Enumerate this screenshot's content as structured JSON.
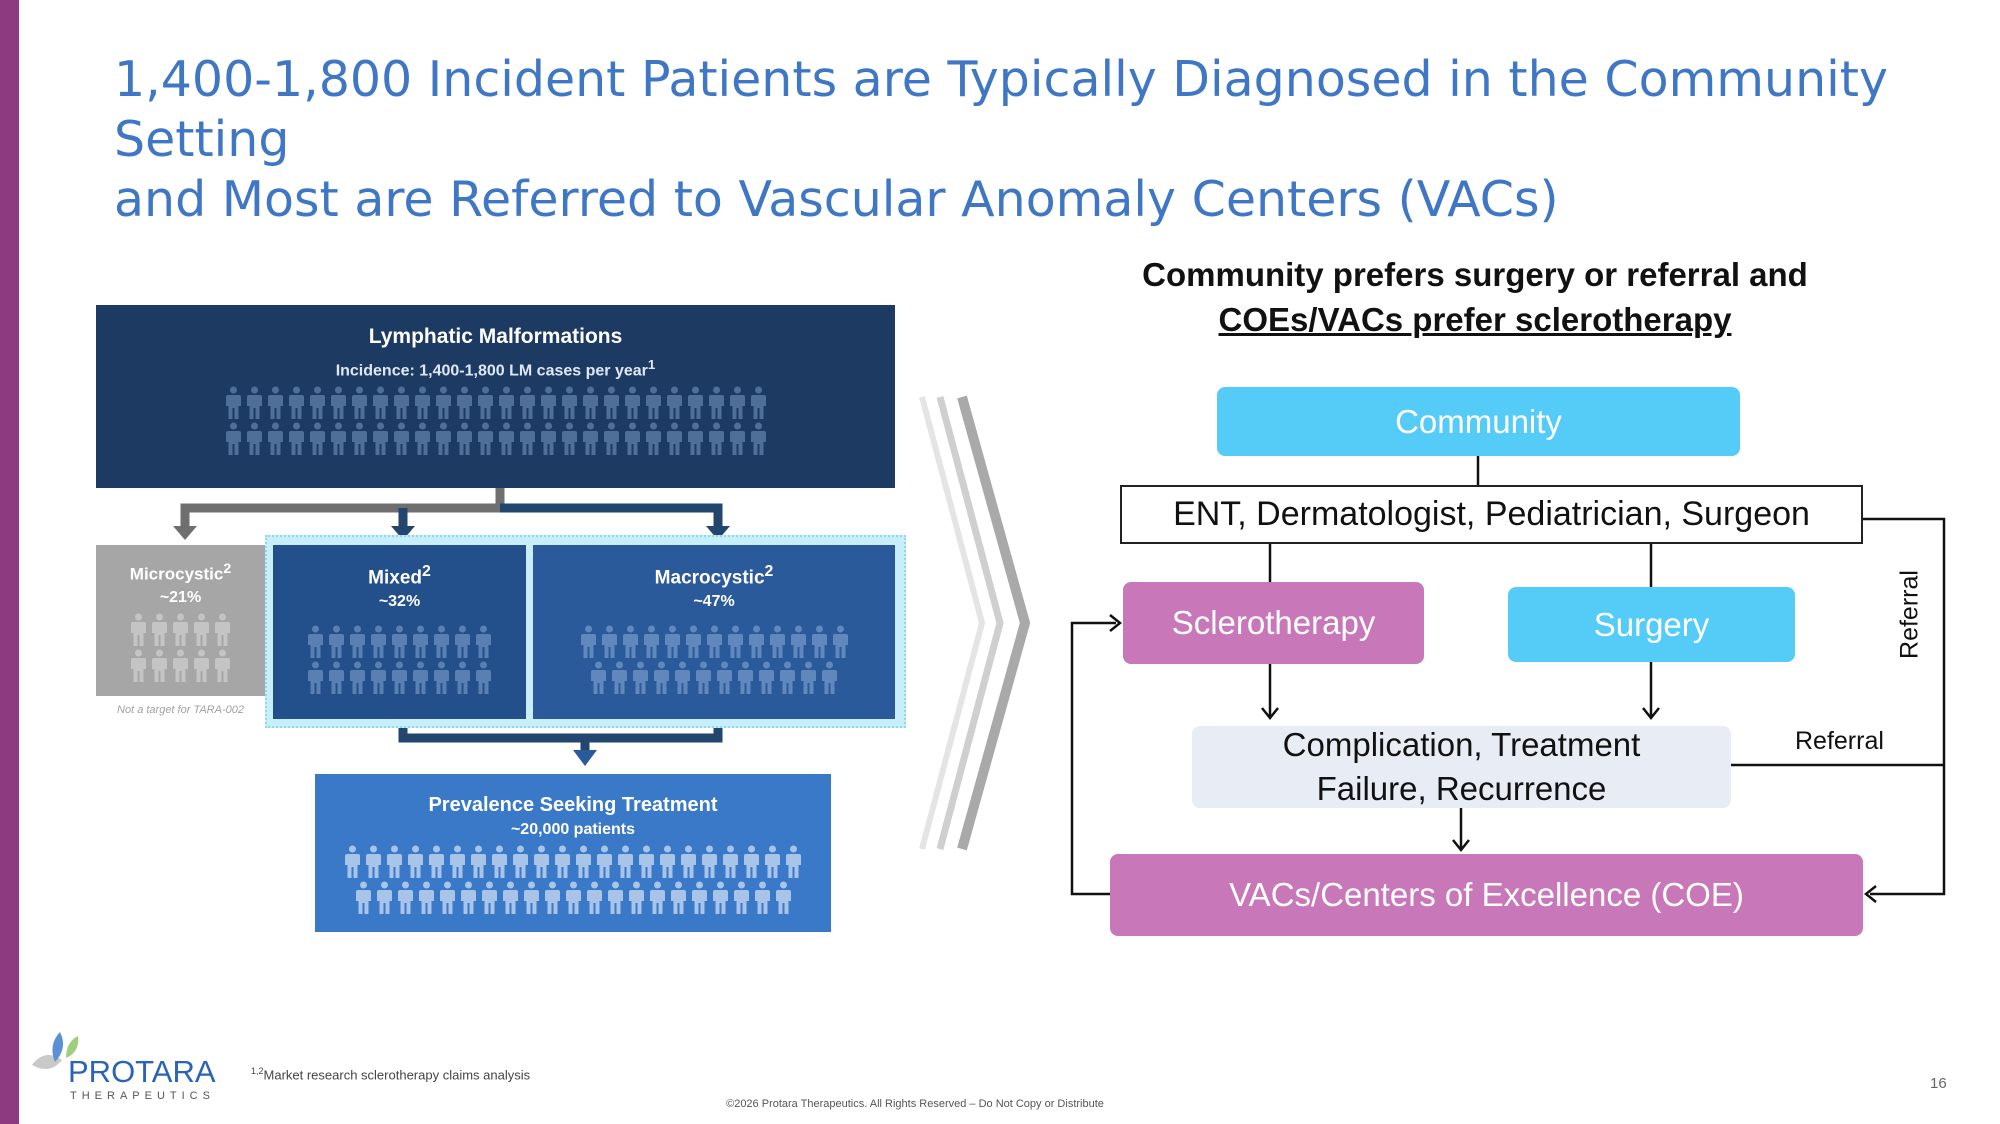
{
  "title": {
    "line1": "1,400-1,800 Incident Patients are Typically Diagnosed in the Community Setting",
    "line2": "and Most are Referred to Vascular Anomaly Centers (VACs)"
  },
  "left_diagram": {
    "top": {
      "title": "Lymphatic Malformations",
      "subtitle": "Incidence: 1,400-1,800 LM cases per year",
      "sup": "1"
    },
    "microcystic": {
      "title": "Microcystic",
      "sup": "2",
      "pct": "~21%",
      "note": "Not a target for TARA-002"
    },
    "mixed": {
      "title": "Mixed",
      "sup": "2",
      "pct": "~32%"
    },
    "macrocystic": {
      "title": "Macrocystic",
      "sup": "2",
      "pct": "~47%"
    },
    "prevalence": {
      "title": "Prevalence Seeking Treatment",
      "subtitle": "~20,000 patients"
    }
  },
  "right_diagram": {
    "heading_line1": "Community prefers surgery or referral and",
    "heading_line2": "COEs/VACs prefer sclerotherapy",
    "community": "Community",
    "ent": "ENT, Dermatologist, Pediatrician, Surgeon",
    "sclerotherapy": "Sclerotherapy",
    "surgery": "Surgery",
    "complication_line1": "Complication, Treatment",
    "complication_line2": "Failure, Recurrence",
    "vacs": "VACs/Centers of Excellence (COE)",
    "referral_vertical": "Referral",
    "referral_horizontal": "Referral"
  },
  "footer": {
    "logo_text": "PROTARA",
    "logo_sub": "THERAPEUTICS",
    "footnote_sup": "1,2",
    "footnote": "Market research sclerotherapy claims analysis",
    "copyright": "©2026 Protara Therapeutics. All Rights Reserved – Do Not Copy or Distribute",
    "page_number": "16"
  },
  "colors": {
    "accent": "#3f77c4",
    "purple_bar": "#8e3a80",
    "cyan": "#55ccf7",
    "pink": "#c878b8",
    "navy": "#1d3a63"
  }
}
